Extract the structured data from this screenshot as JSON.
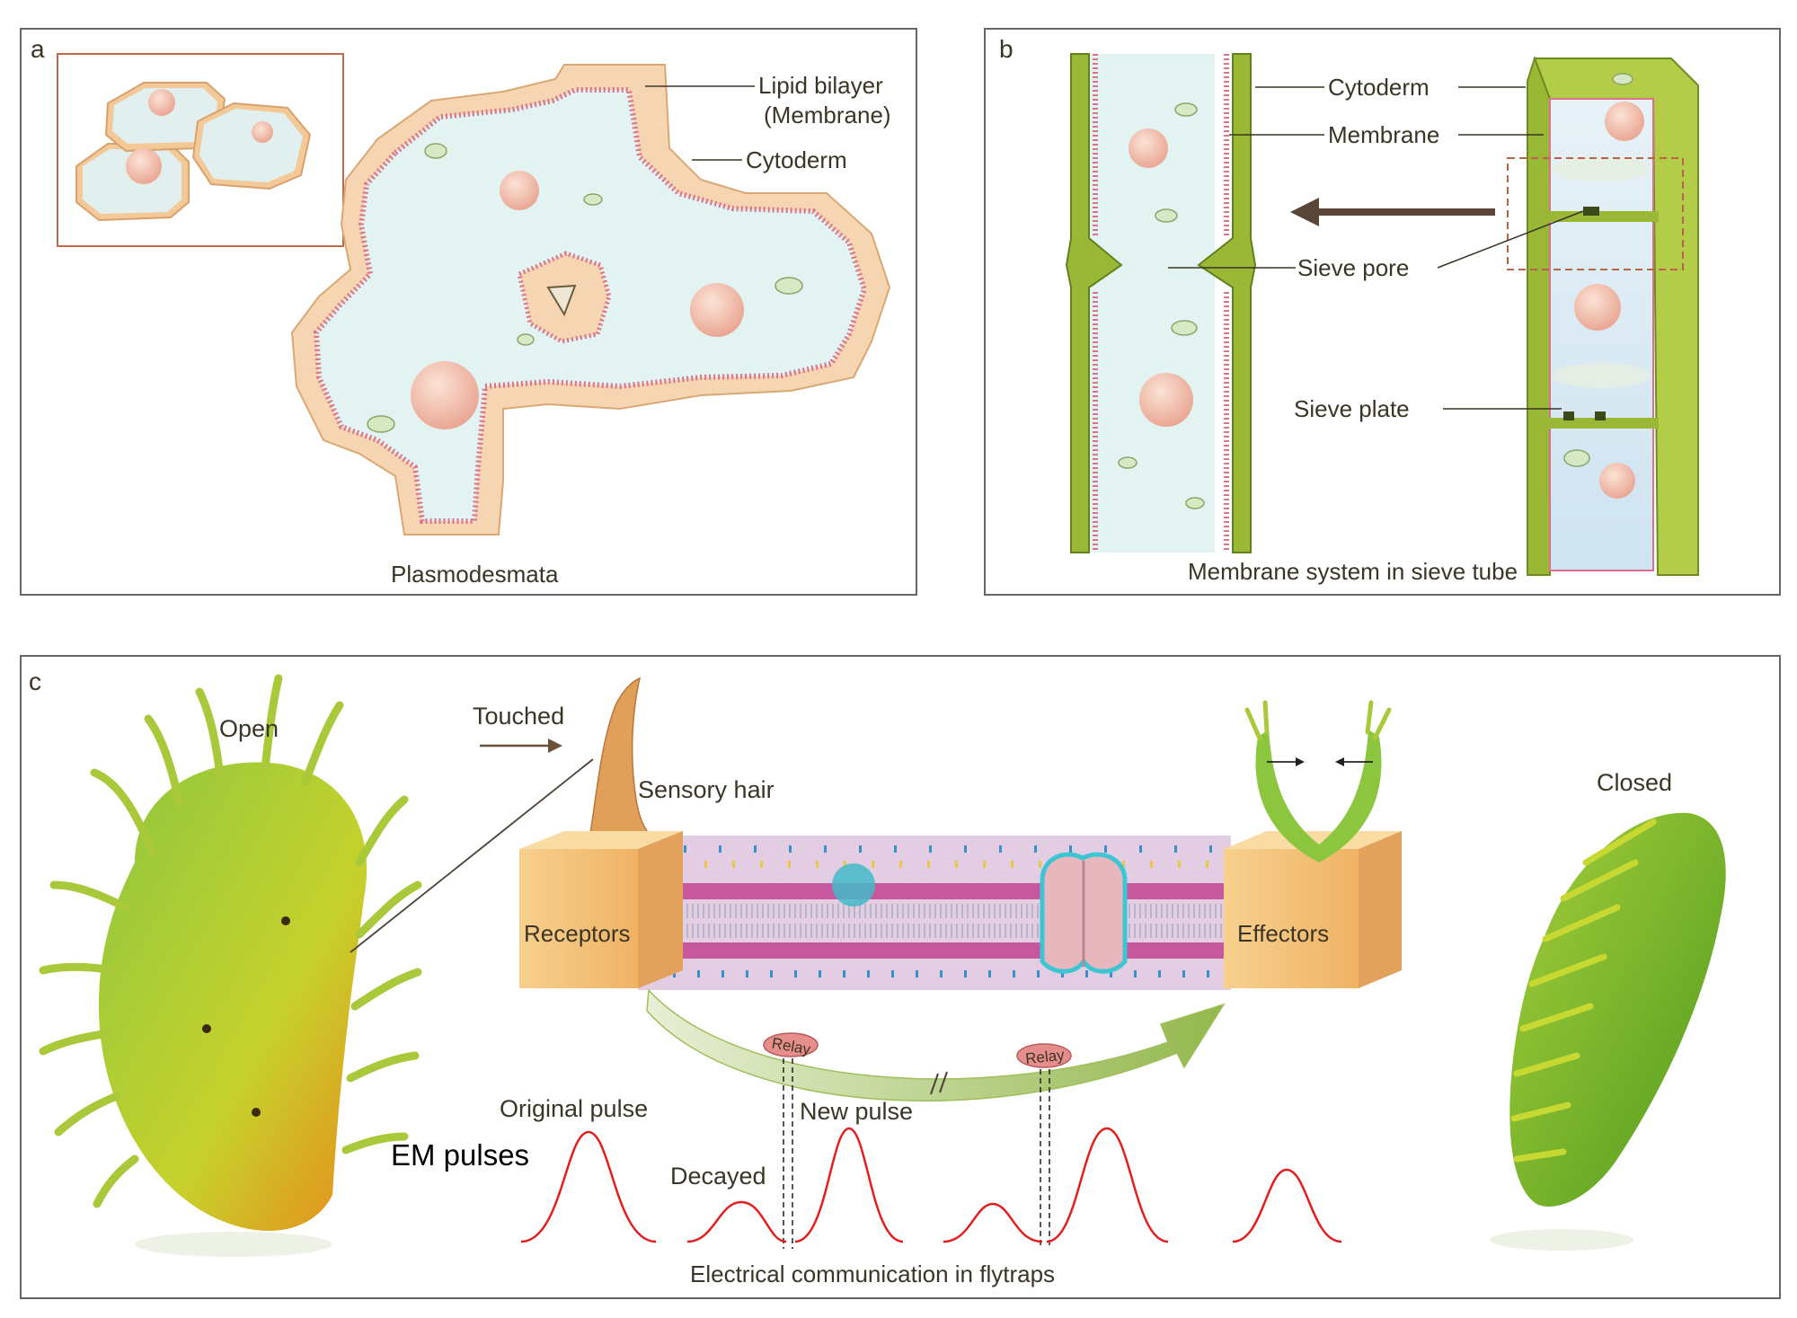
{
  "panel_a": {
    "letter": "a",
    "lipid_bilayer": "Lipid bilayer",
    "membrane_paren": "(Membrane)",
    "cytoderm": "Cytoderm",
    "caption": "Plasmodesmata"
  },
  "panel_b": {
    "letter": "b",
    "cytoderm": "Cytoderm",
    "membrane": "Membrane",
    "sieve_pore": "Sieve pore",
    "sieve_plate": "Sieve plate",
    "caption": "Membrane system in sieve tube"
  },
  "panel_c": {
    "letter": "c",
    "open": "Open",
    "closed": "Closed",
    "touched": "Touched",
    "sensory_hair": "Sensory hair",
    "receptors": "Receptors",
    "effectors": "Effectors",
    "relay_1": "Relay",
    "relay_2": "Relay",
    "original_pulse": "Original pulse",
    "new_pulse": "New pulse",
    "decayed": "Decayed",
    "em_pulses": "EM pulses",
    "caption": "Electrical communication in flytraps"
  },
  "colors": {
    "cytoderm": "#f6d6b2",
    "cytoplasm": "#e2f3f1",
    "lipid_head": "#d9728c",
    "cell_wall_green": "#8fae2d",
    "nucleus": "#f1b9a5",
    "box_orange": "#f4c27a",
    "membrane_band": "#e3cde3",
    "pulse_red": "#e02020",
    "arrow_green": "#9fc15a",
    "frame": "#555555"
  }
}
